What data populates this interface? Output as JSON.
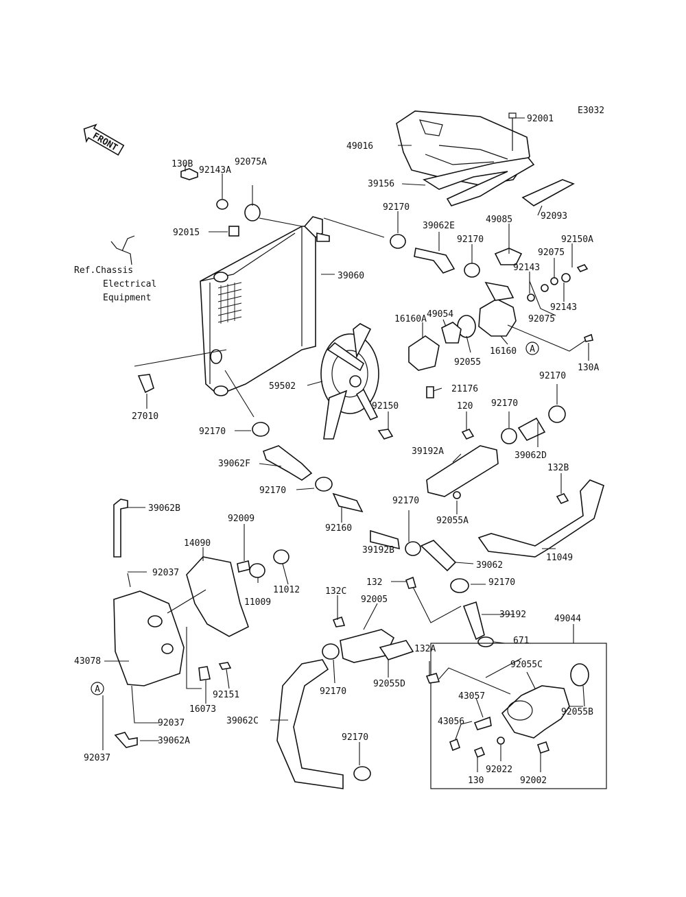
{
  "diagram": {
    "code": "E3032",
    "front_label": "FRONT",
    "ref_note": [
      "Ref.Chassis",
      "Electrical",
      "Equipment"
    ],
    "callout_marker": "A",
    "parts": [
      {
        "id": "p92001",
        "number": "92001"
      },
      {
        "id": "p49016",
        "number": "49016"
      },
      {
        "id": "p39156",
        "number": "39156"
      },
      {
        "id": "p92093",
        "number": "92093"
      },
      {
        "id": "p130B",
        "number": "130B"
      },
      {
        "id": "p92143A",
        "number": "92143A"
      },
      {
        "id": "p92075A",
        "number": "92075A"
      },
      {
        "id": "p92015",
        "number": "92015"
      },
      {
        "id": "p92170a",
        "number": "92170"
      },
      {
        "id": "p39062E",
        "number": "39062E"
      },
      {
        "id": "p49085",
        "number": "49085"
      },
      {
        "id": "p92170b",
        "number": "92170"
      },
      {
        "id": "p92150A",
        "number": "92150A"
      },
      {
        "id": "p92075a",
        "number": "92075"
      },
      {
        "id": "p92143a",
        "number": "92143"
      },
      {
        "id": "p92143b",
        "number": "92143"
      },
      {
        "id": "p92075b",
        "number": "92075"
      },
      {
        "id": "p39060",
        "number": "39060"
      },
      {
        "id": "p49054",
        "number": "49054"
      },
      {
        "id": "p16160A",
        "number": "16160A"
      },
      {
        "id": "p16160",
        "number": "16160"
      },
      {
        "id": "p92055",
        "number": "92055"
      },
      {
        "id": "p130A",
        "number": "130A"
      },
      {
        "id": "p59502",
        "number": "59502"
      },
      {
        "id": "p21176",
        "number": "21176"
      },
      {
        "id": "p27010",
        "number": "27010"
      },
      {
        "id": "p92150",
        "number": "92150"
      },
      {
        "id": "p92170c",
        "number": "92170"
      },
      {
        "id": "p120",
        "number": "120"
      },
      {
        "id": "p92170d",
        "number": "92170"
      },
      {
        "id": "p92170e",
        "number": "92170"
      },
      {
        "id": "p39062D",
        "number": "39062D"
      },
      {
        "id": "p39192A",
        "number": "39192A"
      },
      {
        "id": "p39062F",
        "number": "39062F"
      },
      {
        "id": "p132B",
        "number": "132B"
      },
      {
        "id": "p92170f",
        "number": "92170"
      },
      {
        "id": "p92055A",
        "number": "92055A"
      },
      {
        "id": "p39062B",
        "number": "39062B"
      },
      {
        "id": "p92009",
        "number": "92009"
      },
      {
        "id": "p92170g",
        "number": "92170"
      },
      {
        "id": "p92160",
        "number": "92160"
      },
      {
        "id": "p39192B",
        "number": "39192B"
      },
      {
        "id": "p14090",
        "number": "14090"
      },
      {
        "id": "p39062",
        "number": "39062"
      },
      {
        "id": "p11049",
        "number": "11049"
      },
      {
        "id": "p92037a",
        "number": "92037"
      },
      {
        "id": "p11009",
        "number": "11009"
      },
      {
        "id": "p11012",
        "number": "11012"
      },
      {
        "id": "p132",
        "number": "132"
      },
      {
        "id": "p92170h",
        "number": "92170"
      },
      {
        "id": "p132C",
        "number": "132C"
      },
      {
        "id": "p92005",
        "number": "92005"
      },
      {
        "id": "p39192",
        "number": "39192"
      },
      {
        "id": "p49044",
        "number": "49044"
      },
      {
        "id": "p671",
        "number": "671"
      },
      {
        "id": "p43078",
        "number": "43078"
      },
      {
        "id": "p132A",
        "number": "132A"
      },
      {
        "id": "p92055C",
        "number": "92055C"
      },
      {
        "id": "p92151",
        "number": "92151"
      },
      {
        "id": "p92170i",
        "number": "92170"
      },
      {
        "id": "p92055D",
        "number": "92055D"
      },
      {
        "id": "p16073",
        "number": "16073"
      },
      {
        "id": "p43057",
        "number": "43057"
      },
      {
        "id": "p92055B",
        "number": "92055B"
      },
      {
        "id": "p39062C",
        "number": "39062C"
      },
      {
        "id": "p92037b",
        "number": "92037"
      },
      {
        "id": "p43056",
        "number": "43056"
      },
      {
        "id": "p39062A",
        "number": "39062A"
      },
      {
        "id": "p92170j",
        "number": "92170"
      },
      {
        "id": "p92037c",
        "number": "92037"
      },
      {
        "id": "p92022",
        "number": "92022"
      },
      {
        "id": "p130",
        "number": "130"
      },
      {
        "id": "p92002",
        "number": "92002"
      }
    ]
  }
}
